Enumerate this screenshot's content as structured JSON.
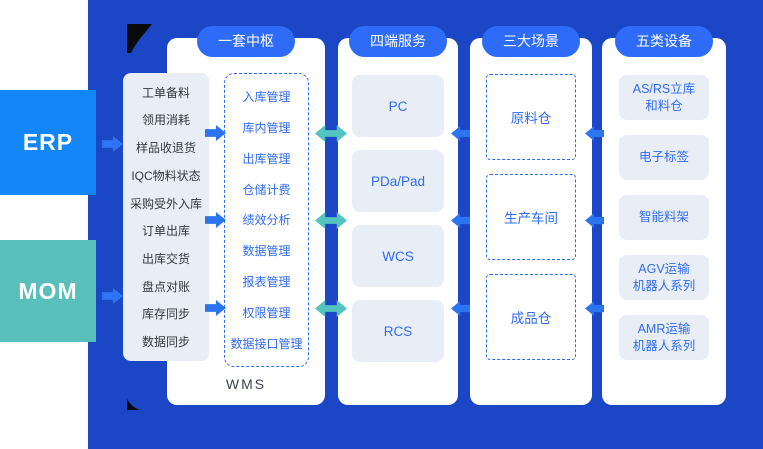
{
  "colors": {
    "panel_blue": "#1B46C5",
    "accent_blue": "#2E6BF6",
    "erp_blue": "#1386F9",
    "mom_teal": "#58BFBB",
    "arrow_blue": "#2D74F2",
    "arrow_teal": "#53C4C0",
    "box_gray": "#E9EDF5",
    "box_light": "#E9EEF6",
    "text_blue": "#2F6CF0",
    "text_dark": "#33383F"
  },
  "sources": {
    "erp_label": "ERP",
    "mom_label": "MOM"
  },
  "hub": {
    "pill": "一套中枢",
    "sync_items": [
      "工单备料",
      "领用消耗",
      "样品收退货",
      "IQC物料状态",
      "采购受外入库",
      "订单出库",
      "出库交货",
      "盘点对账",
      "库存同步",
      "数据同步"
    ],
    "modules": [
      "入库管理",
      "库内管理",
      "出库管理",
      "仓储计费",
      "绩效分析",
      "数据管理",
      "报表管理",
      "权限管理",
      "数据接口管理"
    ],
    "caption": "WMS"
  },
  "services": {
    "pill": "四端服务",
    "items": [
      "PC",
      "PDa/Pad",
      "WCS",
      "RCS"
    ]
  },
  "scenes": {
    "pill": "三大场景",
    "items": [
      "原料仓",
      "生产车间",
      "成品仓"
    ]
  },
  "devices": {
    "pill": "五类设备",
    "items": [
      "AS/RS立库\n和料仓",
      "电子标签",
      "智能料架",
      "AGV运输\n机器人系列",
      "AMR运输\n机器人系列"
    ]
  }
}
